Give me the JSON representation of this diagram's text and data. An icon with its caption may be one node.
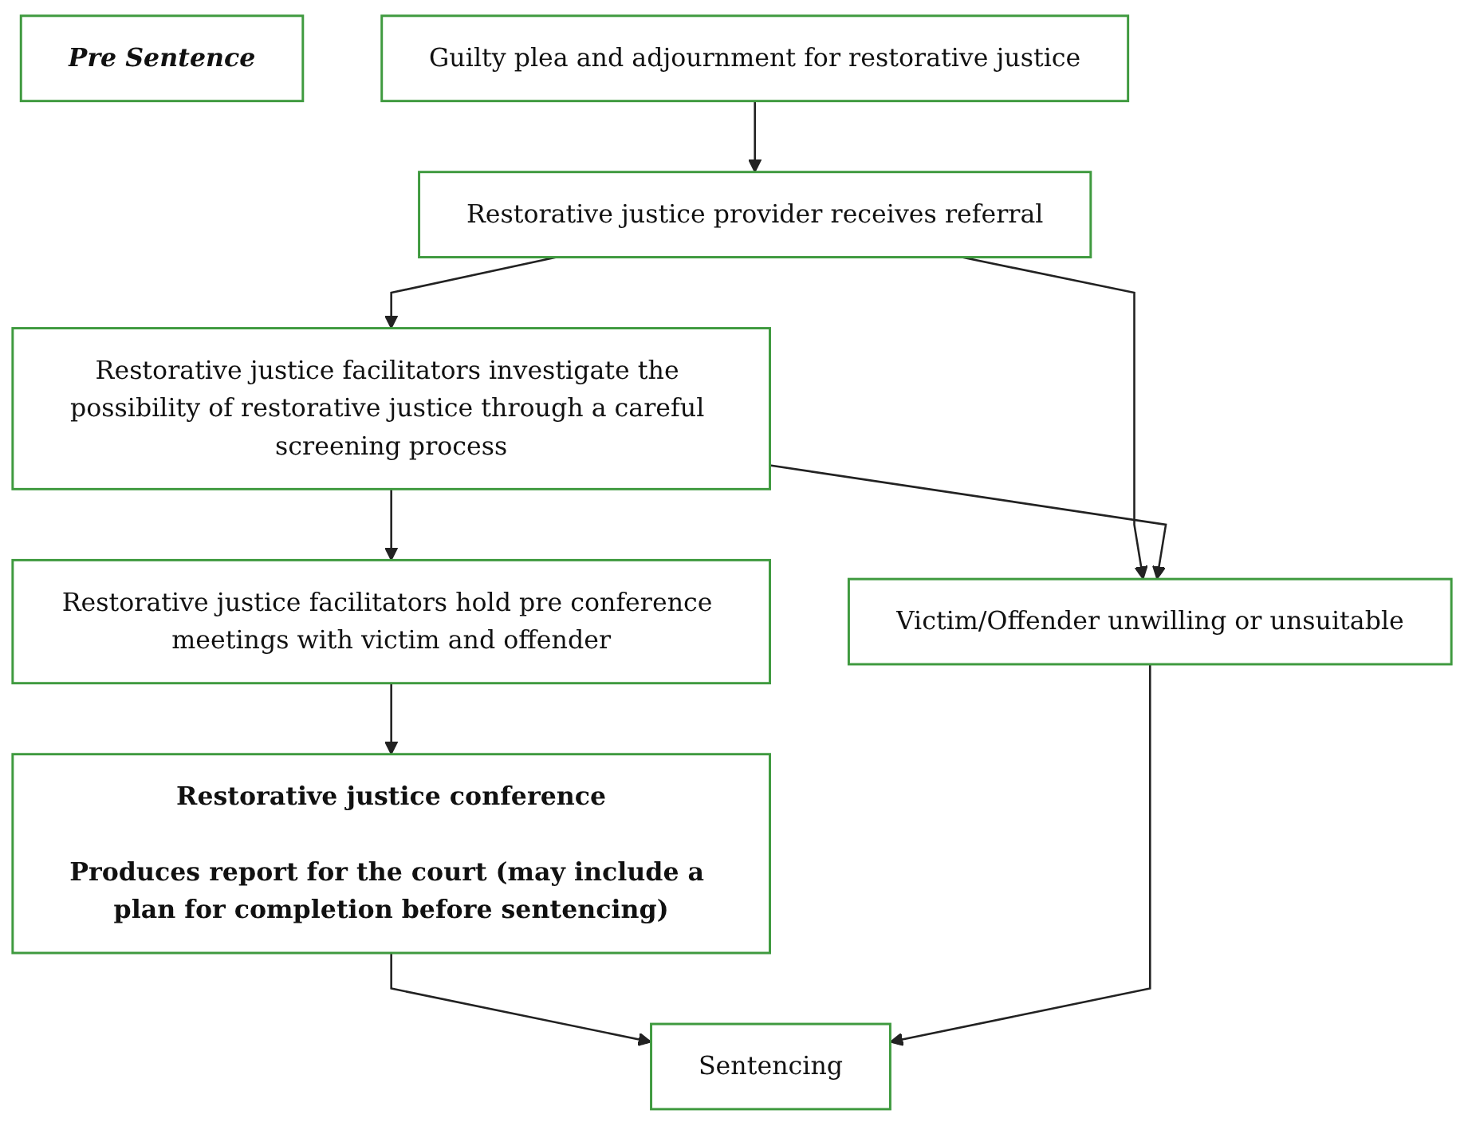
{
  "diagram": {
    "nodes": [
      {
        "text": [
          "Pre Sentence"
        ]
      },
      {
        "text": [
          "Guilty plea and adjournment for restorative justice"
        ]
      },
      {
        "text": [
          "Restorative justice provider receives referral"
        ]
      },
      {
        "text": [
          "Restorative justice facilitators investigate the possibility of restorative justice through a careful screening process"
        ]
      },
      {
        "text": [
          "Victim/Offender unwilling or unsuitable"
        ]
      },
      {
        "text": [
          "Restorative justice facilitators hold pre conference meetings with victim and offender"
        ]
      },
      {
        "text": [
          "Restorative justice conference",
          "Produces report for the court (may include a plan for completion before sentencing)"
        ]
      },
      {
        "text": [
          "Sentencing"
        ]
      }
    ],
    "edges": [
      {
        "from": 1,
        "to": 2,
        "arrow": "to"
      },
      {
        "from": 2,
        "to": 3,
        "arrow": "to"
      },
      {
        "from": 2,
        "to": 4,
        "arrow": "to"
      },
      {
        "from": 3,
        "to": 4,
        "arrow": "to"
      },
      {
        "from": 3,
        "to": 5,
        "arrow": "to"
      },
      {
        "from": 5,
        "to": 6,
        "arrow": "to"
      },
      {
        "from": 6,
        "to": 7,
        "arrow": "to"
      },
      {
        "from": 4,
        "to": 7,
        "arrow": "to"
      }
    ]
  }
}
